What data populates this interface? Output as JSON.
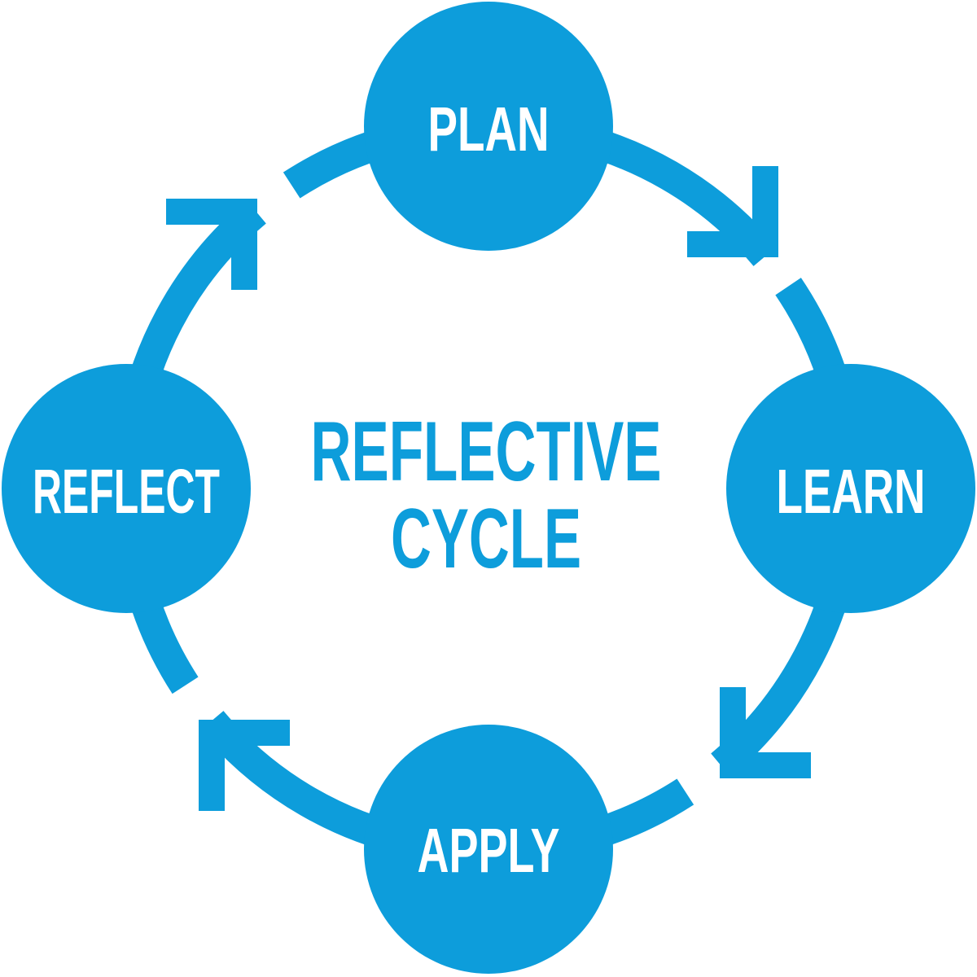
{
  "title": {
    "line1": "REFLECTIVE",
    "line2": "CYCLE"
  },
  "nodes": [
    {
      "label": "PLAN"
    },
    {
      "label": "LEARN"
    },
    {
      "label": "APPLY"
    },
    {
      "label": "REFLECT"
    }
  ],
  "flow": {
    "direction": "clockwise"
  },
  "icons": {
    "arrowheads": [
      "arrowhead-plan-to-learn-icon",
      "arrowhead-learn-to-apply-icon",
      "arrowhead-apply-to-reflect-icon",
      "arrowhead-reflect-to-plan-icon"
    ]
  },
  "colors": {
    "accent": "#0D9DDB",
    "node_text": "#FFFFFF",
    "background": "#FFFFFF"
  }
}
